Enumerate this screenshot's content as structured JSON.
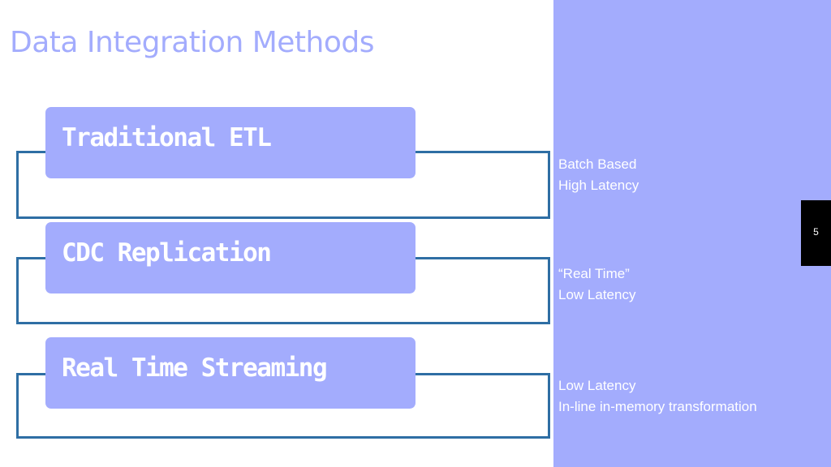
{
  "slide": {
    "title": "Data Integration Methods",
    "page_number": "5",
    "methods": [
      {
        "label": "Traditional ETL",
        "desc_lines": [
          "Batch Based",
          "High Latency"
        ]
      },
      {
        "label": "CDC Replication",
        "desc_lines": [
          "“Real Time”",
          "Low Latency"
        ]
      },
      {
        "label": "Real Time Streaming",
        "desc_lines": [
          "Low Latency",
          "In-line in-memory transformation"
        ]
      }
    ]
  },
  "colors": {
    "accent": "#a3acfd",
    "connector": "#2e6ea4",
    "page_badge": "#000000"
  }
}
